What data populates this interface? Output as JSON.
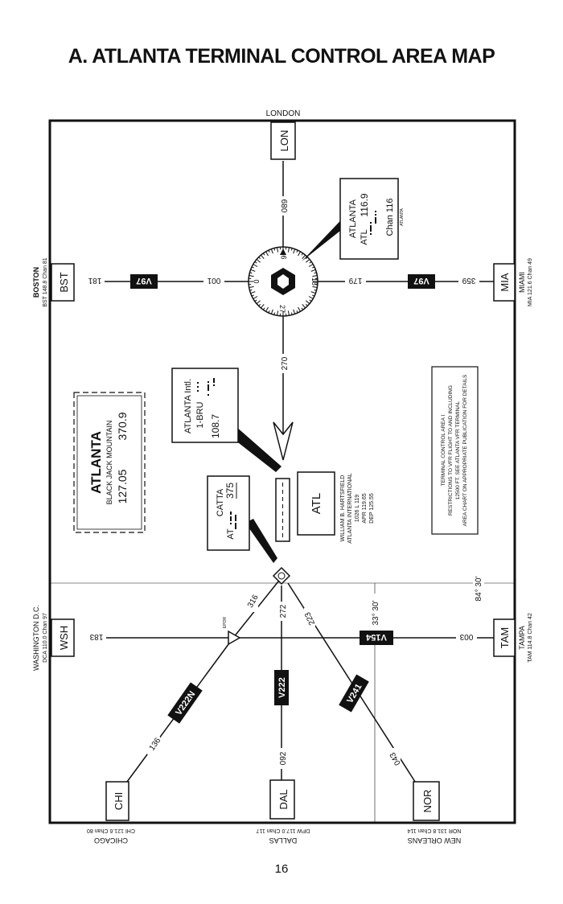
{
  "page": {
    "title": "A. ATLANTA TERMINAL CONTROL AREA MAP",
    "page_number": "16"
  },
  "labels": {
    "london": "LONDON",
    "lon": "LON",
    "boston": "BOSTON",
    "boston_freq": "BST 148.8 Chan 81",
    "bst": "BST",
    "miami": "MIAMI",
    "miami_freq": "MIA 121.6 Chan 49",
    "mia": "MIA",
    "washington": "WASHINGTON D.C.",
    "washington_freq": "DCA 110.0 Chan 97",
    "wsh": "WSH",
    "tampa": "TAMPA",
    "tampa_freq": "TAM 114.8 Chan 42",
    "tam": "TAM",
    "chicago": "CHICAGO",
    "chicago_freq": "CHI 121.6 Chan 80",
    "chi": "CHI",
    "dallas": "DALLAS",
    "dallas_freq": "DFW 117.0 Chan 117",
    "dal": "DAL",
    "new_orleans": "NEW ORLEANS",
    "new_orleans_freq": "NOR 131.8 Chan 114",
    "nor": "NOR"
  },
  "radials": {
    "lon_089": "089",
    "bst_181": "181",
    "vor_001": "001",
    "vor_179": "179",
    "mia_359": "359",
    "vor_270": "270",
    "wsh_183": "183",
    "tam_003": "003",
    "r316": "316",
    "r272": "272",
    "r223": "223",
    "chi_136": "136",
    "dal_092": "092",
    "nor_043": "043"
  },
  "airways": {
    "v97_west": "V97",
    "v97_east": "V97",
    "v154": "V154",
    "v222n": "V222N",
    "v222": "V222",
    "v241": "V241"
  },
  "compass": {
    "n": "0",
    "e": "9",
    "s": "18",
    "w": "27"
  },
  "atlanta_vor": {
    "name": "ATLANTA",
    "ident": "ATL",
    "freq": "116.9",
    "chan": "Chan 116",
    "small": "ATLANTA"
  },
  "black_jack": {
    "name": "ATLANTA",
    "sub": "BLACK JACK MOUNTAIN",
    "freq1": "127.05",
    "freq2": "370.9"
  },
  "atlanta_intl": {
    "name": "ATLANTA Intl.",
    "ident": "1-BRU",
    "freq": "108.7"
  },
  "catta": {
    "name": "CATTA",
    "ident": "AT",
    "freq": "375"
  },
  "airport": {
    "code": "ATL",
    "info": [
      "WILLIAM B. HARTSFIELD",
      "ATLANTA INTERNATIONAL",
      "1026 L 119",
      "APR 119.65",
      "DEP 125.55"
    ]
  },
  "fix": {
    "name": "EPOR"
  },
  "coords": {
    "lat": "33° 30'",
    "lon": "84° 30'"
  },
  "tca_note": [
    "TERMINAL CONTROL AREA I",
    "RESTRICTIONS TO VFR FLIGHT TO AND INCLUDING",
    "12500 FT. SEE ATLANTA VFR TERMINAL",
    "AREA CHART ON APPROPRIATE PUBLICATION FOR DETAILS"
  ]
}
